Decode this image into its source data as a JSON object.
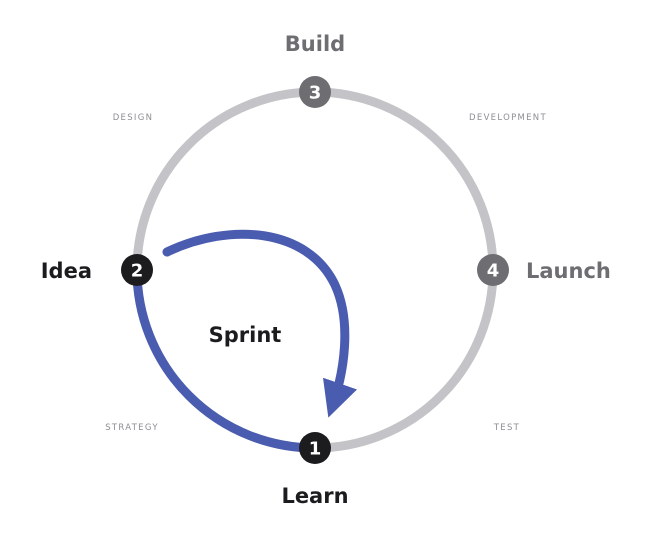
{
  "colors": {
    "cycle_ring": "#c4c4c8",
    "sprint_arc": "#4a5cb0",
    "node_active": "#1c1c1e",
    "node_inactive": "#6d6d72",
    "label_active": "#1c1c1e",
    "label_inactive": "#6d6d72",
    "phase_text": "#8e8e93"
  },
  "center_label": "Sprint",
  "stages": {
    "learn": {
      "number": "1",
      "label": "Learn",
      "active": true
    },
    "idea": {
      "number": "2",
      "label": "Idea",
      "active": true
    },
    "build": {
      "number": "3",
      "label": "Build",
      "active": false
    },
    "launch": {
      "number": "4",
      "label": "Launch",
      "active": false
    }
  },
  "phases": {
    "design": "DESIGN",
    "development": "DEVELOPMENT",
    "strategy": "STRATEGY",
    "test": "TEST"
  }
}
